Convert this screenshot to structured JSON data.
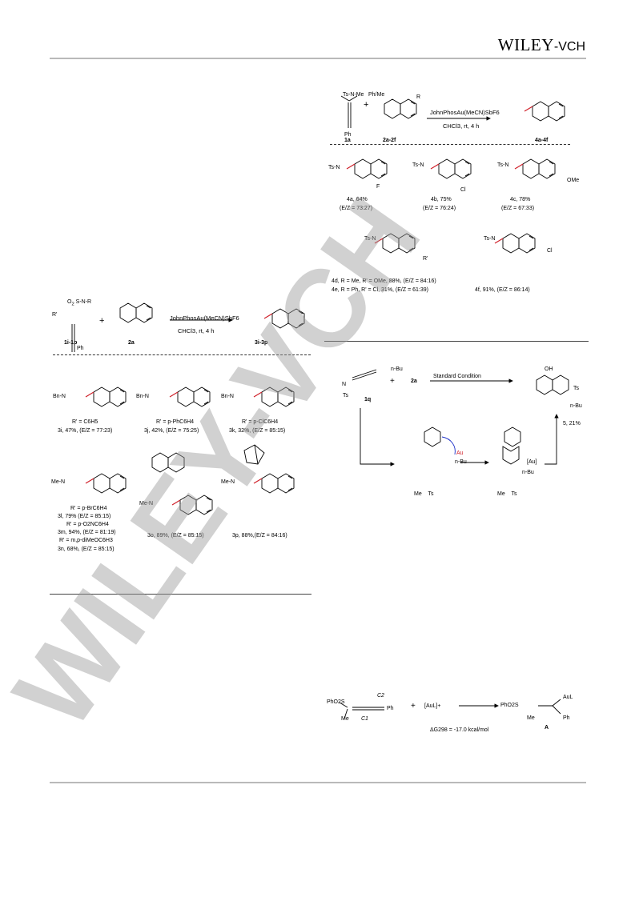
{
  "header": {
    "brand": "WILEY",
    "brand_suffix": "-VCH"
  },
  "scheme_top_right": {
    "reagent_1": "1a",
    "reagent_2": "2a-2f",
    "product": "4a-4f",
    "catalyst": "JohnPhosAu(MeCN)SbF6",
    "conditions": "CHCl3, rt, 4 h",
    "sub_labels": {
      "ts_n": "Ts",
      "me": "Me",
      "ph": "Ph",
      "ph_me": "Ph/Me",
      "r": "R"
    },
    "products": [
      {
        "id": "4a",
        "text": "4a, 64%",
        "ez": "(E/Z = 73:27)"
      },
      {
        "id": "4b",
        "text": "4b, 75%",
        "ez": "(E/Z = 76:24)"
      },
      {
        "id": "4c",
        "text": "4c,  78%",
        "ez": "(E/Z = 67:33)"
      }
    ],
    "extra_lines": [
      "4d, R = Me, R' = OMe, 88%, (E/Z = 84:16)",
      "4e, R = Ph, R' = Cl, 31%, (E/Z = 61:39)"
    ],
    "product_4f": "4f, 91%, (E/Z = 86:14)",
    "struct_labels": {
      "f": "F",
      "cl": "Cl",
      "ome": "OMe",
      "rp": "R'"
    }
  },
  "scheme_left": {
    "reagent_1": "1i-1p",
    "reagent_2": "2a",
    "product": "3i-3p",
    "catalyst": "JohnPhosAu(MeCN)SbF6",
    "conditions": "CHCl3, rt, 4 h",
    "products": [
      {
        "id": "3i",
        "rp": "R' = C6H5",
        "text": "3i, 47%, (E/Z = 77:23)"
      },
      {
        "id": "3j",
        "rp": "R' = p-PhC6H4",
        "text": "3j, 42%, (E/Z = 75:25)"
      },
      {
        "id": "3k",
        "rp": "R' = p-ClC6H4",
        "text": "3k, 32%, (E/Z = 85:15)"
      }
    ],
    "products_3l_3n": [
      "R' = p-BrC6H4",
      "3l, 79% (E/Z = 85:15)",
      "R' = p-O2NC6H4",
      "3m, 94%, (E/Z = 81:19)",
      "R' = m,p-diMeOC6H3",
      "3n, 68%, (E/Z = 85:15)"
    ],
    "product_3o": "3o, 89%, (E/Z = 85:15)",
    "product_3p": "3p, 88%,(E/Z = 84:16)",
    "labels": {
      "bn_n": "Bn",
      "me_n": "Me",
      "so2": "SO2",
      "r": "R",
      "rp": "R'",
      "ph": "Ph",
      "me": "Me"
    }
  },
  "scheme_mech": {
    "reagent_1": "1q",
    "reagent_2": "2a",
    "plus": "+",
    "condition": "Standard Condition",
    "product": "5, 21%",
    "labels": {
      "oh": "OH",
      "nbu": "n-Bu",
      "ts": "Ts",
      "me": "Me",
      "au": "Au",
      "au_br": "[Au]",
      "n": "N",
      "o": "O"
    }
  },
  "scheme_bottom": {
    "reagent": "PhO2S",
    "c2": "C2",
    "c1": "C1",
    "ph": "Ph",
    "me": "Me",
    "plus": "+",
    "cat": "[AuL]+",
    "energy": "ΔG298 = -17.0 kcal/mol",
    "product_label": "A",
    "aul": "AuL"
  },
  "watermark": "WILEY-VCH",
  "colors": {
    "rule": "#b9b9b9",
    "bond_new": "#d0202a",
    "n_atom": "#1b2fc8",
    "watermark": "#9a9a9a"
  }
}
